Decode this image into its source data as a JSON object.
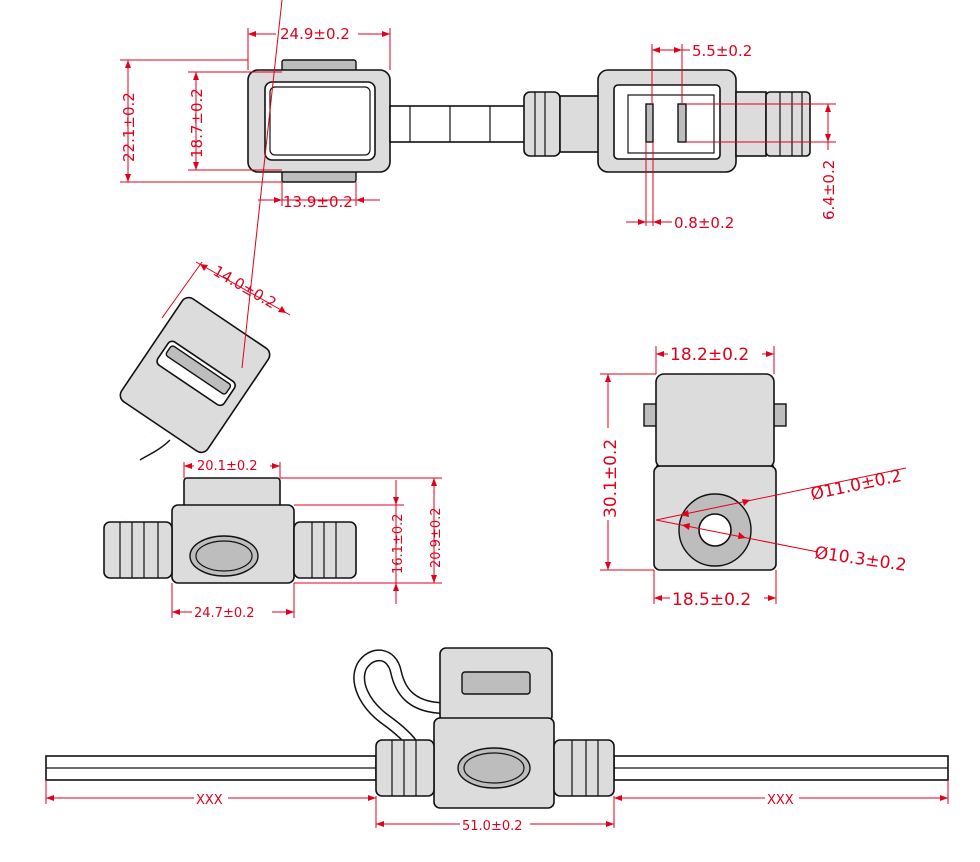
{
  "dimensions": {
    "top_width_outer": "24.9±0.2",
    "top_height_outer": "22.1±0.2",
    "top_height_inner": "18.7±0.2",
    "top_width_tab": "13.9±0.2",
    "slot_width": "5.5±0.2",
    "slot_height": "6.4±0.2",
    "slot_thickness": "0.8±0.2",
    "cap_width": "14.0±0.2",
    "lid_width": "20.1±0.2",
    "body_width": "24.7±0.2",
    "body_height_inner": "16.1±0.2",
    "body_height_outer": "20.9±0.2",
    "end_width_top": "18.2±0.2",
    "end_width_bottom": "18.5±0.2",
    "end_height": "30.1±0.2",
    "outer_diameter": "Ø11.0±0.2",
    "inner_diameter": "Ø10.3±0.2",
    "wire_length_left": "XXX",
    "wire_length_right": "XXX",
    "total_length": "51.0±0.2"
  }
}
